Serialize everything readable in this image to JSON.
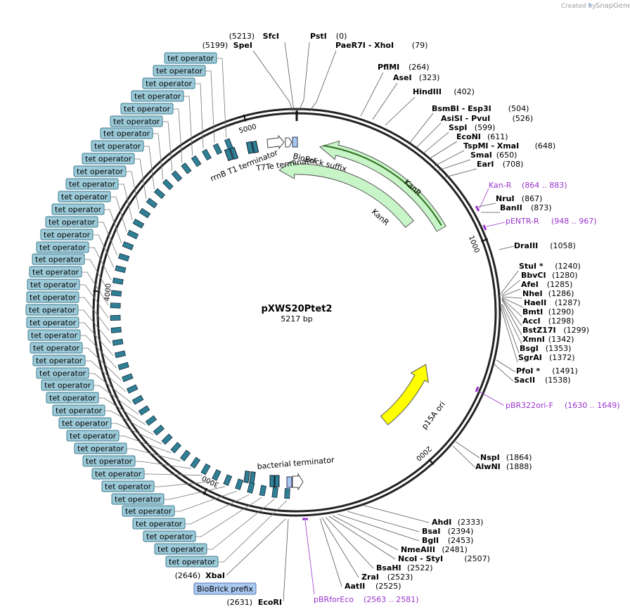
{
  "credit": {
    "prefix": "Created by",
    "brand": "SnapGene"
  },
  "plasmid": {
    "name": "pXWS20Ptet2",
    "size_label": "5217 bp",
    "length": 5217
  },
  "ticks": [
    {
      "bp": 1000,
      "label": "1000"
    },
    {
      "bp": 2000,
      "label": "2000"
    },
    {
      "bp": 3000,
      "label": "3000"
    },
    {
      "bp": 4000,
      "label": "4000"
    },
    {
      "bp": 5000,
      "label": "5000"
    }
  ],
  "top_sites": [
    {
      "name": "SfcI",
      "pos": "(5213)"
    },
    {
      "name": "SpeI",
      "pos": "(5199)"
    },
    {
      "name": "PstI",
      "pos": "(0)"
    },
    {
      "name": "PaeR7I  - XhoI",
      "pos": "(79)"
    }
  ],
  "right_sites": [
    {
      "name": "PflMI",
      "pos": "(264)"
    },
    {
      "name": "AseI",
      "pos": "(323)"
    },
    {
      "name": "HindIII",
      "pos": "(402)"
    },
    {
      "name": "BsmBI  - Esp3I",
      "pos": "(504)"
    },
    {
      "name": "AsiSI  - PvuI",
      "pos": "(526)"
    },
    {
      "name": "SspI",
      "pos": "(599)"
    },
    {
      "name": "EcoNI",
      "pos": "(611)"
    },
    {
      "name": "TspMI  - XmaI",
      "pos": "(648)"
    },
    {
      "name": "SmaI",
      "pos": "(650)"
    },
    {
      "name": "EarI",
      "pos": "(708)"
    },
    {
      "name": "NruI",
      "pos": "(867)"
    },
    {
      "name": "BanII",
      "pos": "(873)"
    },
    {
      "name": "DraIII",
      "pos": "(1058)"
    },
    {
      "name": "StuI *",
      "pos": "(1240)"
    },
    {
      "name": "BbvCI",
      "pos": "(1280)"
    },
    {
      "name": "AfeI",
      "pos": "(1285)"
    },
    {
      "name": "NheI",
      "pos": "(1286)"
    },
    {
      "name": "HaeII",
      "pos": "(1287)"
    },
    {
      "name": "BmtI",
      "pos": "(1290)"
    },
    {
      "name": "AccI",
      "pos": "(1298)"
    },
    {
      "name": "BstZ17I",
      "pos": "(1299)"
    },
    {
      "name": "XmnI",
      "pos": "(1342)"
    },
    {
      "name": "BsgI",
      "pos": "(1353)"
    },
    {
      "name": "SgrAI",
      "pos": "(1372)"
    },
    {
      "name": "PfoI *",
      "pos": "(1491)"
    },
    {
      "name": "SacII",
      "pos": "(1538)"
    },
    {
      "name": "NspI",
      "pos": "(1864)"
    },
    {
      "name": "AlwNI",
      "pos": "(1888)"
    }
  ],
  "bottom_sites": [
    {
      "name": "AhdI",
      "pos": "(2333)"
    },
    {
      "name": "BsaI",
      "pos": "(2394)"
    },
    {
      "name": "BglI",
      "pos": "(2453)"
    },
    {
      "name": "NmeAIII",
      "pos": "(2481)"
    },
    {
      "name": "NcoI  - StyI",
      "pos": "(2507)"
    },
    {
      "name": "BsaHI",
      "pos": "(2522)"
    },
    {
      "name": "ZraI",
      "pos": "(2523)"
    },
    {
      "name": "AatII",
      "pos": "(2525)"
    }
  ],
  "left_sites": [
    {
      "name": "XbaI",
      "pos": "(2646)"
    },
    {
      "name": "EcoRI",
      "pos": "(2631)"
    }
  ],
  "primers": [
    {
      "name": "Kan-R",
      "pos": "(864 .. 883)"
    },
    {
      "name": "pENTR-R",
      "pos": "(948 .. 967)"
    },
    {
      "name": "pBR322ori-F",
      "pos": "(1630 .. 1649)"
    },
    {
      "name": "pBRforEco",
      "pos": "(2563 .. 2581)"
    }
  ],
  "features": {
    "kanr_outer": "KanR",
    "kanr_inner": "KanR",
    "p15a": "p15A ori",
    "rrnb": "rrnB T1 terminator",
    "t7te": "T7Te terminator",
    "biobrick_suffix": "BioBrick suffix",
    "bacterial_term": "bacterial terminator",
    "biobrick_prefix": "BioBrick prefix"
  },
  "operator_label": "tet operator",
  "operator_count": 41,
  "colors": {
    "kanr": "#c8f5c8",
    "p15a": "#ffff00",
    "operator": "#9ccad8",
    "operator_block": "#2f7f95",
    "biobrick_prefix": "#a9c8f0",
    "primer": "#9933cc"
  }
}
